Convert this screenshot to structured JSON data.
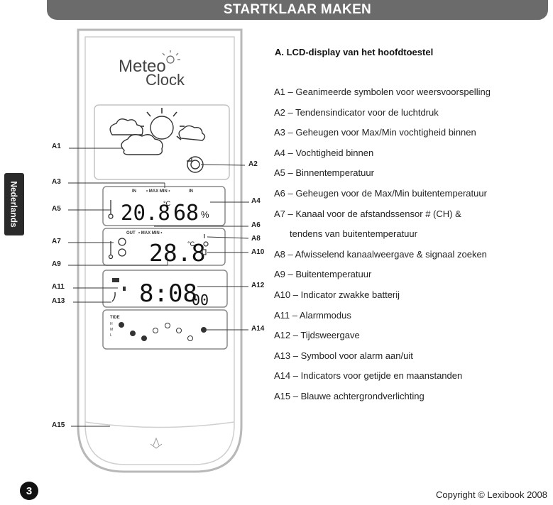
{
  "header": {
    "title": "STARTKLAAR MAKEN"
  },
  "side_tab": {
    "label": "Nederlands"
  },
  "device": {
    "logo_line1": "Meteo",
    "logo_line2": "Clock",
    "in_label_left": "IN",
    "maxmin_label": "• MAX MIN •",
    "in_label_right": "IN",
    "indoor_temp": "20.8",
    "temp_unit": "°C",
    "indoor_humidity": "68",
    "humidity_unit": "%",
    "out_label": "OUT",
    "out_maxmin_label": "• MAX MIN •",
    "outdoor_temp": "28.8",
    "time_main": "8:08",
    "time_seconds": "00",
    "tide_label": "TIDE",
    "tide_levels": [
      "H",
      "M",
      "L"
    ]
  },
  "callouts": {
    "a1": "A1",
    "a2": "A2",
    "a3": "A3",
    "a4": "A4",
    "a5": "A5",
    "a6": "A6",
    "a7": "A7",
    "a8": "A8",
    "a9": "A9",
    "a10": "A10",
    "a11": "A11",
    "a12": "A12",
    "a13": "A13",
    "a14": "A14",
    "a15": "A15"
  },
  "section": {
    "heading": "A. LCD-display van het hoofdtoestel",
    "items": [
      "A1  –  Geanimeerde symbolen voor weersvoorspelling",
      "A2  –  Tendensindicator voor de luchtdruk",
      "A3  –  Geheugen voor Max/Min vochtigheid binnen",
      "A4  –  Vochtigheid binnen",
      "A5  –  Binnentemperatuur",
      "A6  –  Geheugen voor de Max/Min buitentemperatuur",
      "A7  –  Kanaal voor de afstandssensor # (CH) &",
      "     tendens van buitentemperatuur",
      "A8  –  Afwisselend kanaalweergave & signaal zoeken",
      "A9  –  Buitentemperatuur",
      "A10 – Indicator zwakke batterij",
      "A11 – Alarmmodus",
      "A12 – Tijdsweergave",
      "A13 – Symbool voor alarm aan/uit",
      "A14 – Indicators voor getijde en maanstanden",
      "A15 – Blauwe achtergrondverlichting"
    ]
  },
  "footer": {
    "page_number": "3",
    "copyright": "Copyright © Lexibook 2008"
  }
}
